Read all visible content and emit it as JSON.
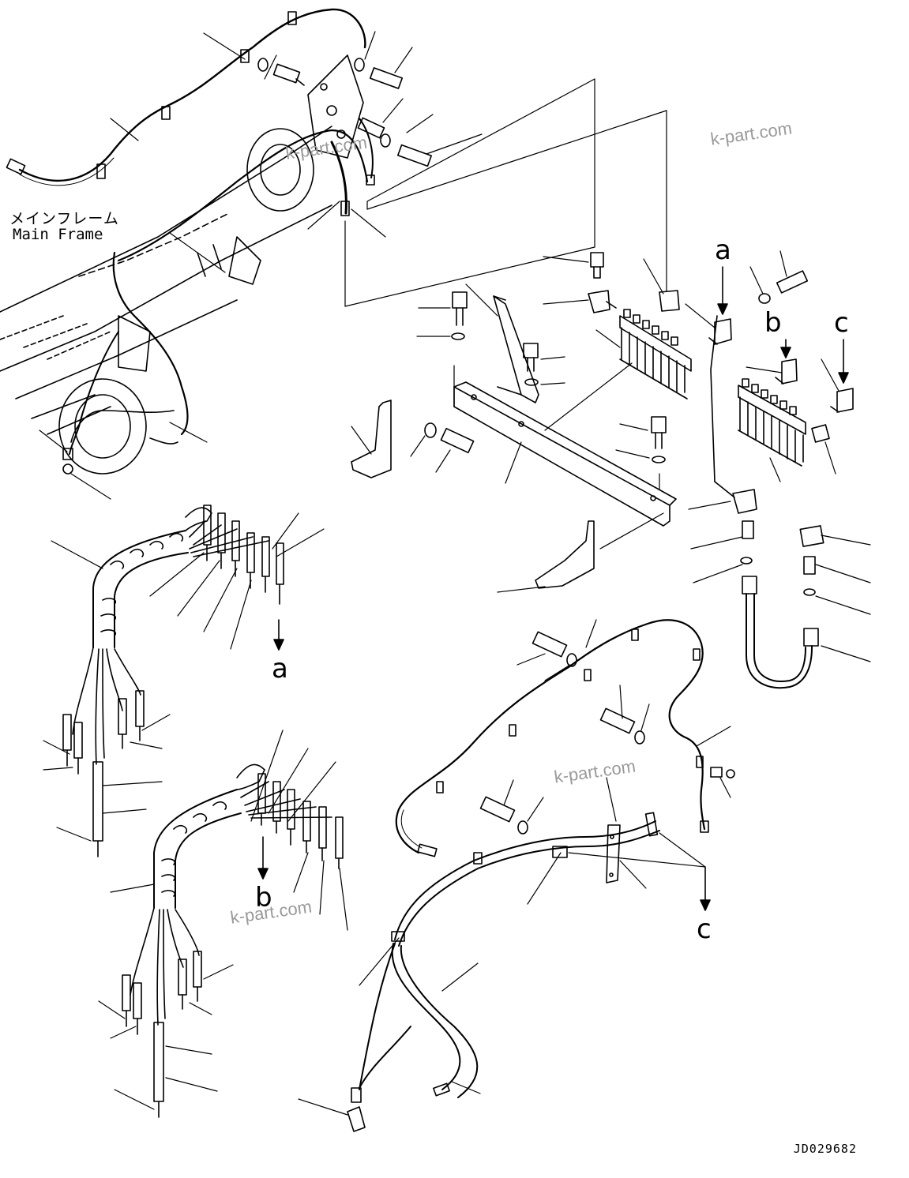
{
  "labels": {
    "main_frame_jp": "メインフレーム",
    "main_frame_en": "Main Frame",
    "drawing_number": "JD029682"
  },
  "callouts": {
    "a_top": "a",
    "b_top": "b",
    "c_top": "c",
    "a_bottom": "a",
    "b_bottom": "b",
    "c_bottom": "c"
  },
  "watermarks": [
    "k-part.com",
    "k-part.com",
    "k-part.com",
    "k-part.com"
  ],
  "colors": {
    "line": "#000000",
    "watermark": "#9a9a9a",
    "background": "#ffffff"
  }
}
